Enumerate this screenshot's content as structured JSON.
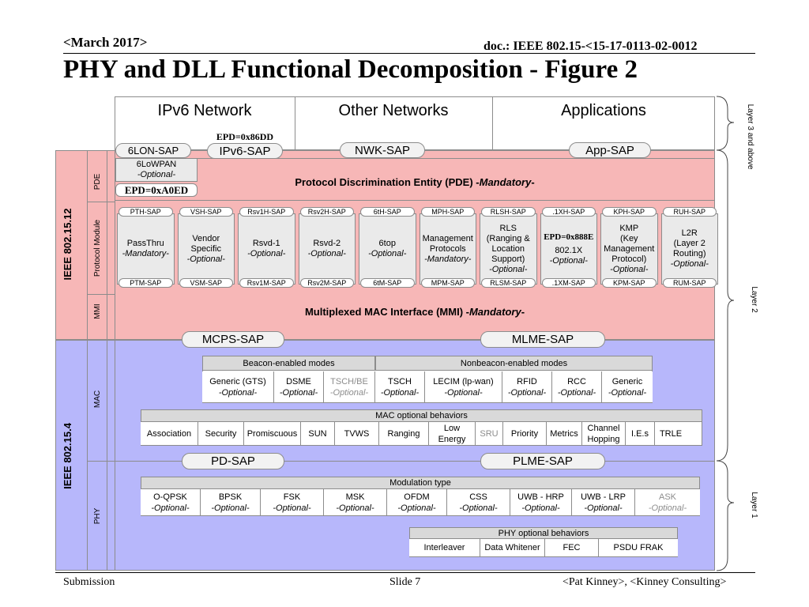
{
  "header": {
    "date": "<March 2017>",
    "doc": "doc.: IEEE 802.15-<15-17-0113-02-0012",
    "title": "PHY and DLL Functional Decomposition - Figure 2"
  },
  "top": {
    "cols": [
      "IPv6 Network",
      "Other Networks",
      "Applications"
    ],
    "epd_ipv6": "EPD=0x86DD",
    "saps": {
      "sixlon": "6LON-SAP",
      "ipv6": "IPv6-SAP",
      "nwk": "NWK-SAP",
      "app": "App-SAP"
    }
  },
  "pde": {
    "sixlowpan": "6LoWPAN",
    "sixlowpan_opt": "-Optional-",
    "epd": "EPD=0xA0ED",
    "text_main": "Protocol Discrimination Entity (PDE) -",
    "text_mand": "Mandatory",
    "text_end": "-"
  },
  "modules": [
    {
      "top_sap": "PTH-SAP",
      "lines": [
        "PassThru"
      ],
      "opt": "-Mandatory-",
      "bottom_sap": "PTM-SAP"
    },
    {
      "top_sap": "VSH-SAP",
      "lines": [
        "Vendor",
        "Specific"
      ],
      "opt": "-Optional-",
      "bottom_sap": "VSM-SAP"
    },
    {
      "top_sap": "Rsv1H-SAP",
      "lines": [
        "Rsvd-1"
      ],
      "opt": "-Optional-",
      "bottom_sap": "Rsv1M-SAP"
    },
    {
      "top_sap": "Rsv2H-SAP",
      "lines": [
        "Rsvd-2"
      ],
      "opt": "-Optional-",
      "bottom_sap": "Rsv2M-SAP"
    },
    {
      "top_sap": "6tH-SAP",
      "lines": [
        "6top"
      ],
      "opt": "-Optional-",
      "bottom_sap": "6tM-SAP"
    },
    {
      "top_sap": "MPH-SAP",
      "lines": [
        "Management",
        "Protocols"
      ],
      "opt": "-Mandatory-",
      "bottom_sap": "MPM-SAP"
    },
    {
      "top_sap": "RLSH-SAP",
      "lines": [
        "RLS",
        "(Ranging &",
        "Location",
        "Support)"
      ],
      "opt": "-Optional-",
      "bottom_sap": "RLSM-SAP"
    },
    {
      "top_sap": ".1XH-SAP",
      "epd": "EPD=0x888E",
      "lines": [
        "802.1X"
      ],
      "opt": "-Optional-",
      "bottom_sap": ".1XM-SAP"
    },
    {
      "top_sap": "KPH-SAP",
      "lines": [
        "KMP",
        "(Key",
        "Management",
        "Protocol)"
      ],
      "opt": "-Optional-",
      "bottom_sap": "KPM-SAP"
    },
    {
      "top_sap": "RUH-SAP",
      "lines": [
        "L2R",
        "(Layer 2",
        "Routing)"
      ],
      "opt": "-Optional-",
      "bottom_sap": "RUM-SAP"
    }
  ],
  "mmi": {
    "text": "Multiplexed MAC Interface (MMI)  -",
    "mand": "Mandatory",
    "end": "-"
  },
  "mac_saps": {
    "mcps": "MCPS-SAP",
    "mlme": "MLME-SAP"
  },
  "beacon": {
    "head1": "Beacon-enabled modes",
    "head2": "Nonbeacon-enabled modes",
    "cells": [
      {
        "name": "Generic (GTS)",
        "opt": "-Optional-",
        "grey": false
      },
      {
        "name": "DSME",
        "opt": "-Optional-",
        "grey": false
      },
      {
        "name": "TSCH/BE",
        "opt": "-Optional-",
        "grey": true
      },
      {
        "name": "TSCH",
        "opt": "-Optional-",
        "grey": false
      },
      {
        "name": "LECIM (lp-wan)",
        "opt": "-Optional-",
        "grey": false
      },
      {
        "name": "RFID",
        "opt": "-Optional-",
        "grey": false
      },
      {
        "name": "RCC",
        "opt": "-Optional-",
        "grey": false
      },
      {
        "name": "Generic",
        "opt": "-Optional-",
        "grey": false
      }
    ]
  },
  "mac_opt": {
    "head": "MAC optional behaviors",
    "cells": [
      "Association",
      "Security",
      "Promiscuous",
      "SUN",
      "TVWS",
      "Ranging",
      "Low Energy",
      "SRU",
      "Priority",
      "Metrics",
      "Channel Hopping",
      "I.E.s",
      "TRLE"
    ]
  },
  "phy_saps": {
    "pd": "PD-SAP",
    "plme": "PLME-SAP"
  },
  "modulation": {
    "head": "Modulation type",
    "cells": [
      {
        "name": "O-QPSK",
        "opt": "-Optional-",
        "grey": false
      },
      {
        "name": "BPSK",
        "opt": "-Optional-",
        "grey": false
      },
      {
        "name": "FSK",
        "opt": "-Optional-",
        "grey": false
      },
      {
        "name": "MSK",
        "opt": "-Optional-",
        "grey": false
      },
      {
        "name": "OFDM",
        "opt": "-Optional-",
        "grey": false
      },
      {
        "name": "CSS",
        "opt": "-Optional-",
        "grey": false
      },
      {
        "name": "UWB - HRP",
        "opt": "-Optional-",
        "grey": false
      },
      {
        "name": "UWB - LRP",
        "opt": "-Optional-",
        "grey": false
      },
      {
        "name": "ASK",
        "opt": "-Optional-",
        "grey": true
      }
    ]
  },
  "phy_opt": {
    "head": "PHY optional behaviors",
    "cells": [
      "Interleaver",
      "Data Whitener",
      "FEC",
      "PSDU FRAK"
    ]
  },
  "side": {
    "pde": "PDE",
    "pm": "Protocol Module",
    "mmi": "MMI",
    "mac": "MAC",
    "phy": "PHY",
    "ieee12": "IEEE 802.15.12",
    "ieee4": "IEEE 802.15.4",
    "l3": "Layer 3 and above",
    "l2": "Layer 2",
    "l1": "Layer 1"
  },
  "footer": {
    "left": "Submission",
    "center": "Slide 7",
    "right": "<Pat Kinney>, <Kinney Consulting>"
  },
  "colors": {
    "pink": "#f7b7b7",
    "blue": "#b7b7fb"
  }
}
